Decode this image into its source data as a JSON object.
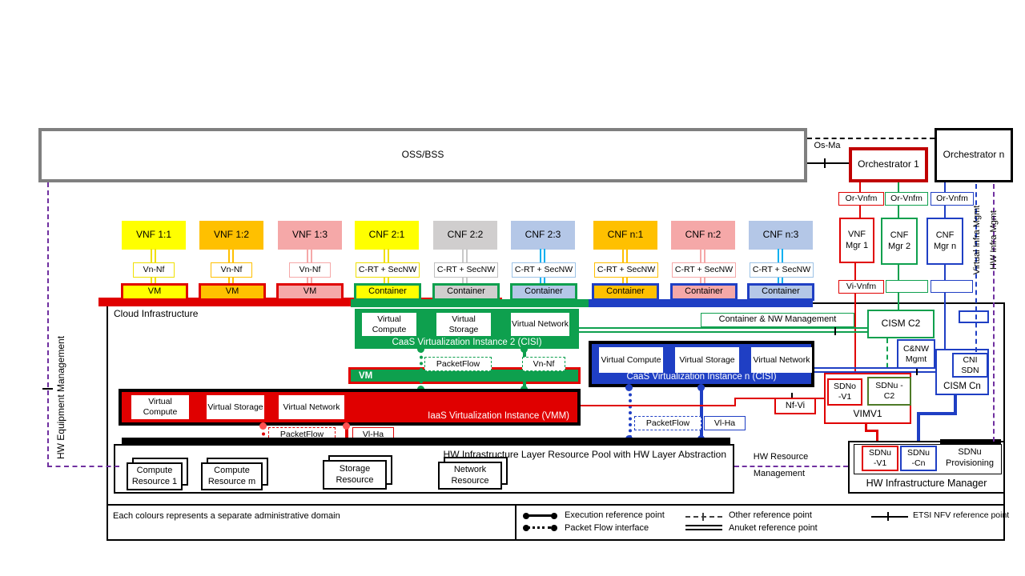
{
  "colors": {
    "red": "#E00000",
    "dark_red": "#C00000",
    "green": "#0EA04E",
    "dark_green": "#4E7A27",
    "blue": "#1F3FC4",
    "cyan": "#00B0F0",
    "purple": "#7030A0",
    "oss_gray": "#7F7F7F",
    "yellow": "#FFFF00",
    "orange": "#FFC000",
    "pink": "#F5A8A8",
    "gray": "#D0CECE",
    "light_blue": "#B4C7E7"
  },
  "top": {
    "oss_bss": "OSS/BSS",
    "os_ma": "Os-Ma",
    "orchestrator_1": "Orchestrator 1",
    "orchestrator_n": "Orchestrator n",
    "or_vnfm": "Or-Vnfm",
    "vi_vnfm": "Vi-Vnfm",
    "managers": [
      {
        "label": "VNF Mgr 1"
      },
      {
        "label": "CNF Mgr 2"
      },
      {
        "label": "CNF Mgr n"
      }
    ]
  },
  "side": {
    "virtual_infra_mgmt": "Virtual Infra Mgmt",
    "hw_infra_mgmt": "HW Infra Mgmt",
    "hw_equipment_mgmt": "HW Equipment Management",
    "hw_resource_mgmt_line1": "HW Resource",
    "hw_resource_mgmt_line2": "Management"
  },
  "columns": [
    {
      "app": "VNF 1:1",
      "iface": "Vn-Nf",
      "runtime": "VM"
    },
    {
      "app": "VNF 1:2",
      "iface": "Vn-Nf",
      "runtime": "VM"
    },
    {
      "app": "VNF 1:3",
      "iface": "Vn-Nf",
      "runtime": "VM"
    },
    {
      "app": "CNF 2:1",
      "iface": "C-RT + SecNW",
      "runtime": "Container"
    },
    {
      "app": "CNF 2:2",
      "iface": "C-RT + SecNW",
      "runtime": "Container"
    },
    {
      "app": "CNF 2:3",
      "iface": "C-RT + SecNW",
      "runtime": "Container"
    },
    {
      "app": "CNF n:1",
      "iface": "C-RT + SecNW",
      "runtime": "Container"
    },
    {
      "app": "CNF n:2",
      "iface": "C-RT + SecNW",
      "runtime": "Container"
    },
    {
      "app": "CNF n:3",
      "iface": "C-RT + SecNW",
      "runtime": "Container"
    }
  ],
  "cloud": {
    "label": "Cloud Infrastructure",
    "components": [
      "Virtual Compute",
      "Virtual Storage",
      "Virtual Network"
    ],
    "caas2_title": "CaaS Virtualization Instance 2 (CISI)",
    "caasn_title": "CaaS Virtualization Instance n (CISI)",
    "iaas_title": "IaaS Virtualization Instance (VMM)",
    "vm_bar": "VM",
    "packetflow": "PacketFlow",
    "vn_nf": "Vn-Nf",
    "vl_ha": "Vl-Ha",
    "nf_vi": "Nf-Vi",
    "container_nw_mgmt": "Container & NW Management",
    "hw_pool_title": "HW Infrastructure Layer Resource Pool with HW Layer Abstraction",
    "resources": [
      "Compute Resource 1",
      "Compute Resource m",
      "Storage Resource",
      "Network Resource"
    ]
  },
  "mgmt": {
    "cism_c2": "CISM C2",
    "cnw_mgmt": "C&NW Mgmt",
    "cni_sdn": "CNI SDN",
    "cism_cn": "CISM Cn",
    "sdno_v1": "SDNo -V1",
    "sdnu_c2": "SDNu -C2",
    "vimv1": "VIMV1",
    "sdnu_v1": "SDNu -V1",
    "sdnu_cn": "SDNu -Cn",
    "sdnu_provisioning": "SDNu Provisioning",
    "hw_infra_manager": "HW Infrastructure Manager"
  },
  "legend": {
    "note": "Each colours represents a separate administrative domain",
    "execution": "Execution reference point",
    "packet_flow": "Packet Flow interface",
    "other": "Other reference point",
    "anuket": "Anuket reference point",
    "etsi": "ETSI NFV reference point"
  }
}
